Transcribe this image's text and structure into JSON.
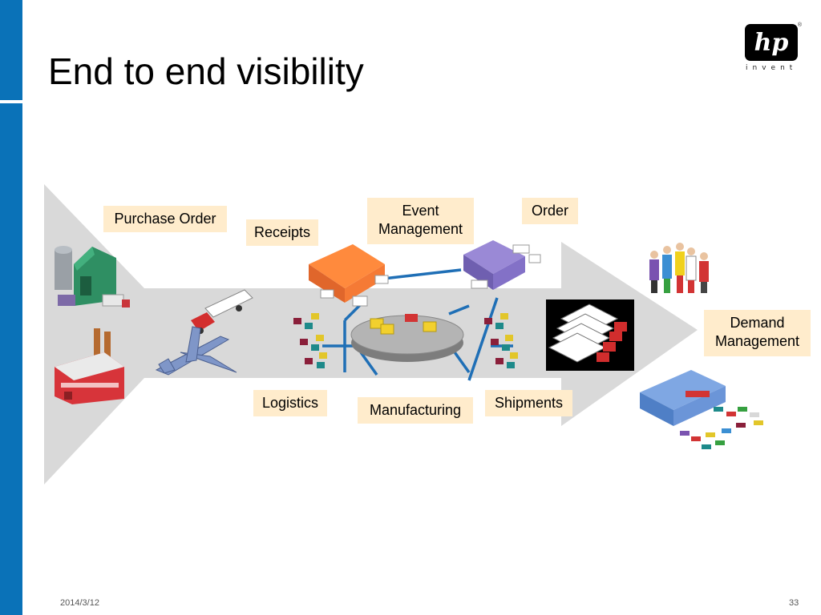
{
  "slide": {
    "title": "End to end visibility",
    "date": "2014/3/12",
    "page_number": "33"
  },
  "logo": {
    "mark": "hp",
    "registered": "®",
    "tagline": "invent"
  },
  "labels": {
    "purchase_order": "Purchase Order",
    "receipts": "Receipts",
    "event_management": "Event Management",
    "order": "Order",
    "demand_management": "Demand Management",
    "logistics": "Logistics",
    "manufacturing": "Manufacturing",
    "shipments": "Shipments"
  },
  "icons": [
    "factory-silo-icon",
    "factory-smokestacks-icon",
    "delivery-truck-icon",
    "airplane-icon",
    "warehouse-orange-icon",
    "warehouse-purple-icon",
    "turntable-hub-icon",
    "truck-fleet-icon",
    "people-crowd-icon",
    "retail-store-icon"
  ],
  "colors": {
    "accent_blue": "#0a72b8",
    "arrow_gray": "#d9d9d9",
    "label_fill": "#ffeccc",
    "connector_blue": "#1f6fb6",
    "logo_black": "#000000"
  }
}
